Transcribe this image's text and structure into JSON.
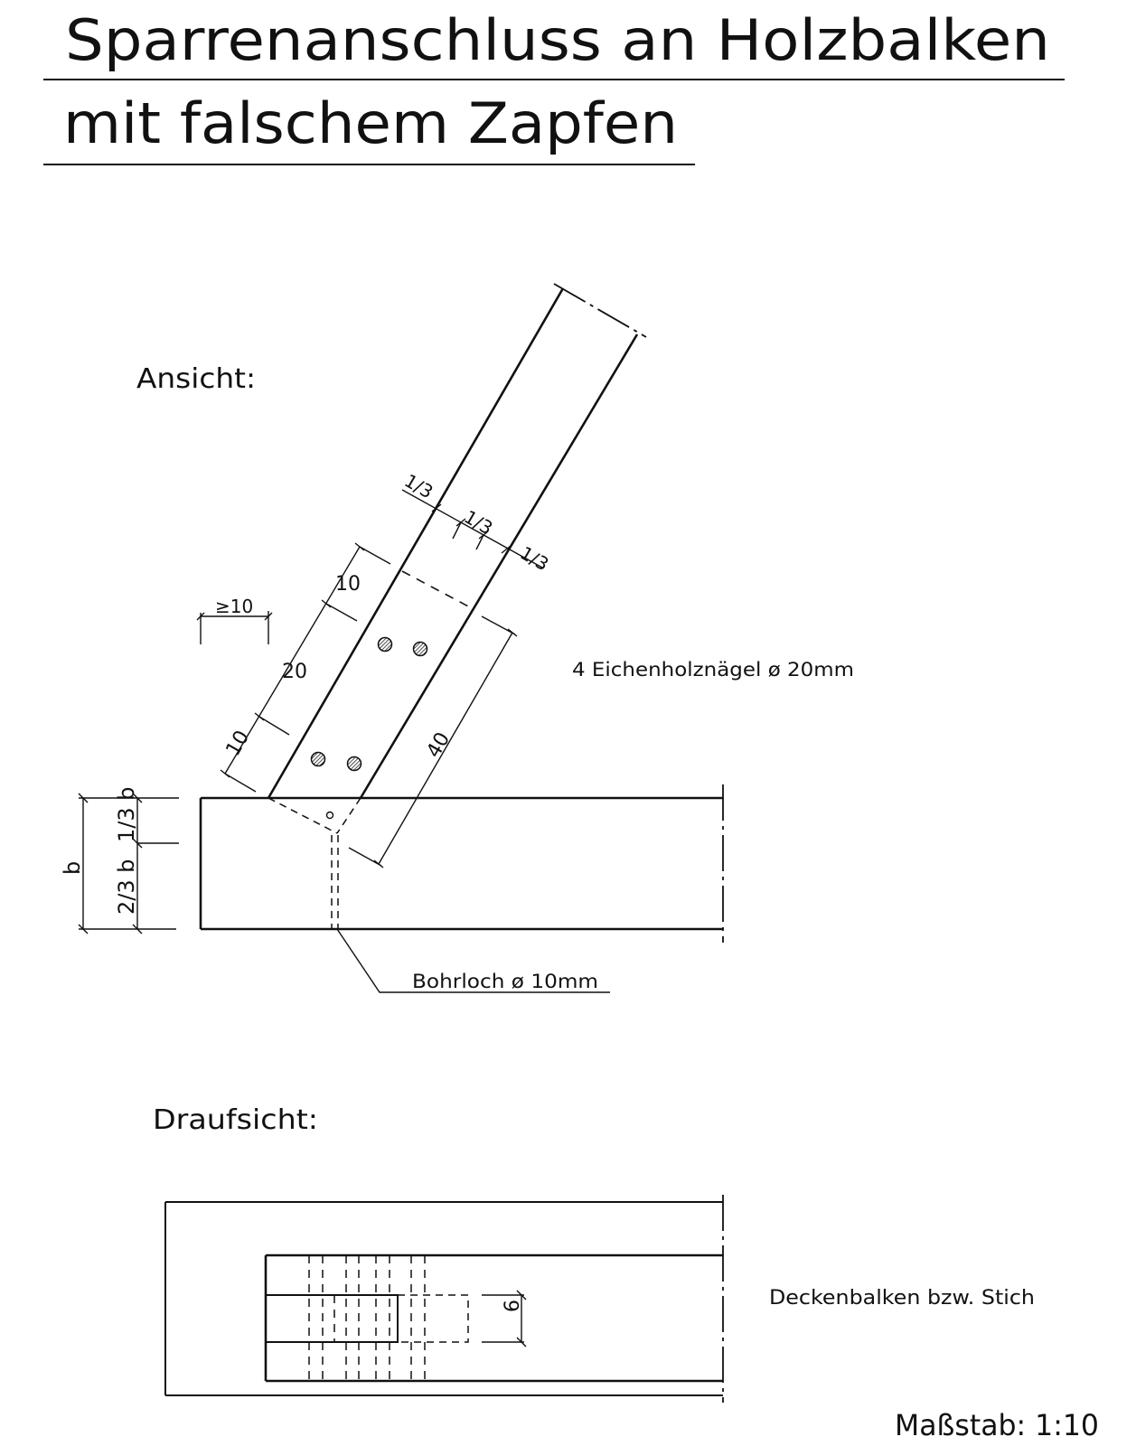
{
  "title": {
    "line1": "Sparrenanschluss an Holzbalken",
    "line2": "mit falschem Zapfen"
  },
  "views": {
    "elevation_label": "Ansicht:",
    "plan_label": "Draufsicht:"
  },
  "dimensions": {
    "min_overhang": "≥10",
    "rafter_chain": [
      "10",
      "20",
      "10"
    ],
    "tenon_length": "40",
    "thirds": [
      "1/3",
      "1/3",
      "1/3"
    ],
    "beam_height": "b",
    "lower_part": "2/3 b",
    "upper_part": "1/3 b",
    "tenon_width": "6"
  },
  "annotations": {
    "pegs": "4 Eichenholznägel ø 20mm",
    "drill_hole": "Bohrloch ø 10mm",
    "beam": "Deckenbalken bzw. Stich"
  },
  "scale": "Maßstab: 1:10"
}
